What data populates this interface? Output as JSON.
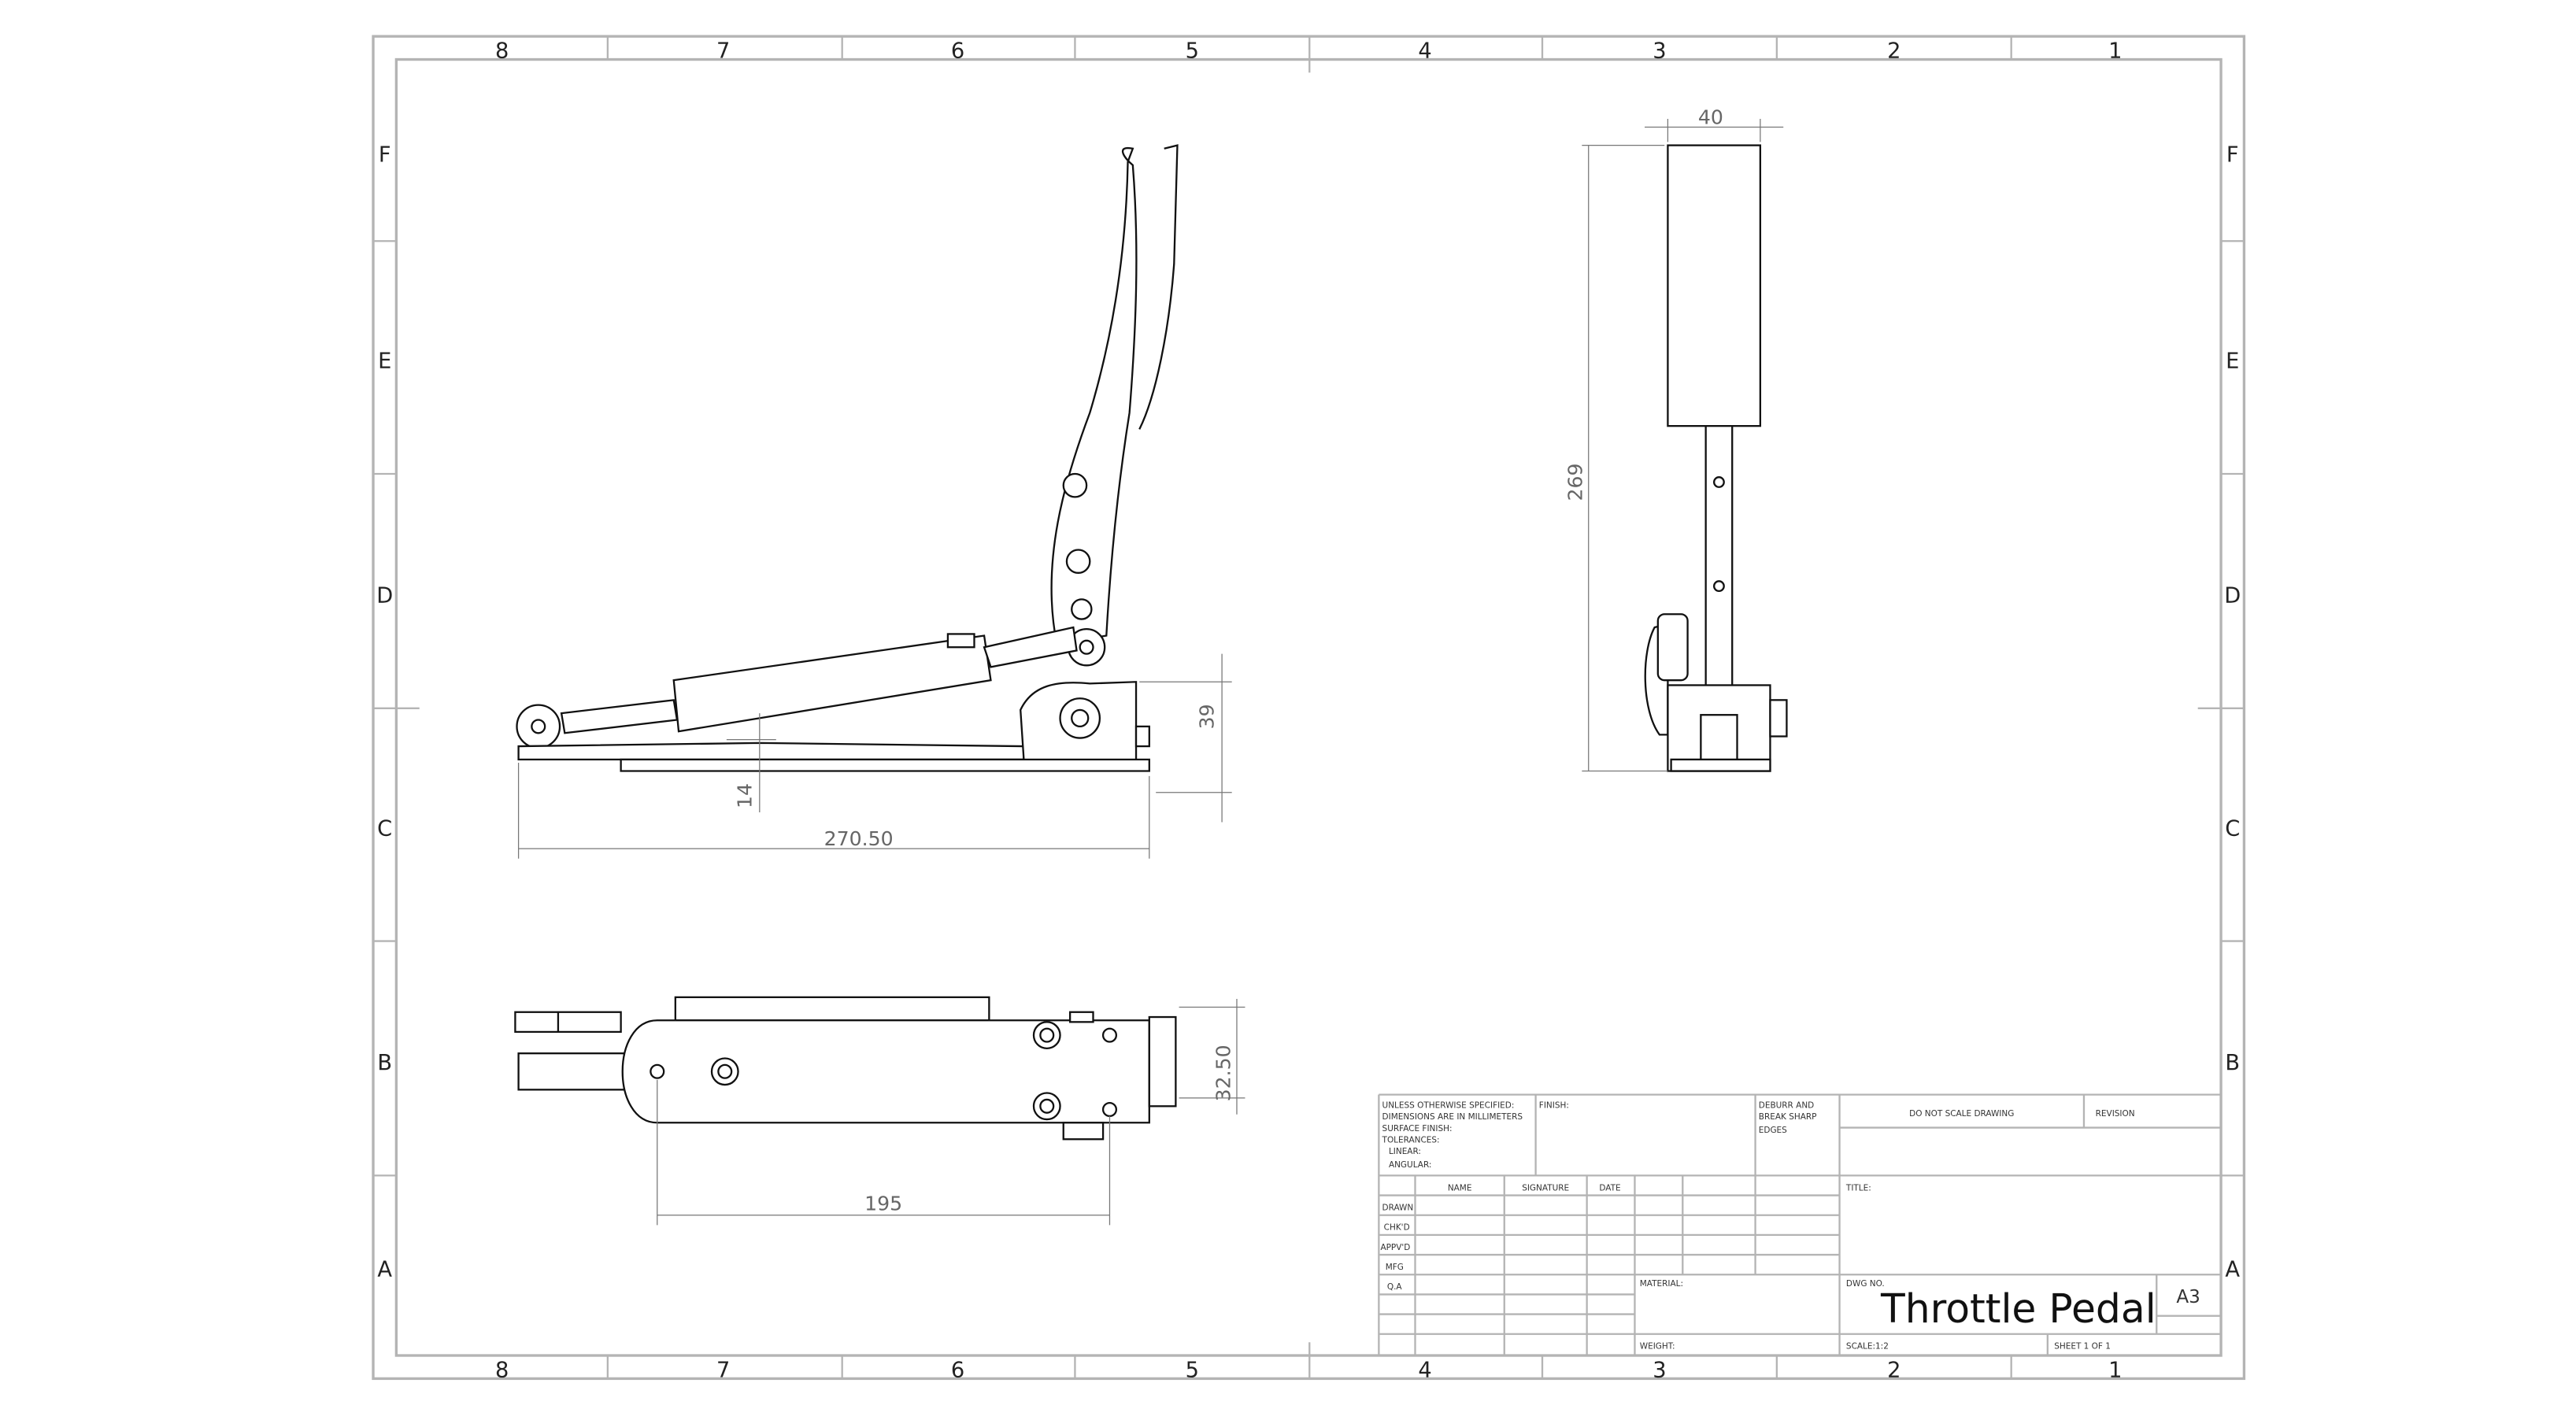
{
  "sheet": {
    "zone_columns": [
      "8",
      "7",
      "6",
      "5",
      "4",
      "3",
      "2",
      "1"
    ],
    "zone_rows": [
      "F",
      "E",
      "D",
      "C",
      "B",
      "A"
    ]
  },
  "dimensions": {
    "front_width": "40",
    "front_height": "269",
    "side_base_height": "39",
    "side_rod_height": "14",
    "side_length": "270.50",
    "top_width": "32.50",
    "top_length": "195"
  },
  "title_block": {
    "tolerance_lines": [
      "UNLESS OTHERWISE SPECIFIED:",
      "DIMENSIONS ARE IN MILLIMETERS",
      "SURFACE FINISH:",
      "TOLERANCES:",
      "LINEAR:",
      "ANGULAR:"
    ],
    "finish": "FINISH:",
    "deburr_lines": [
      "DEBURR AND",
      "BREAK SHARP",
      "EDGES"
    ],
    "do_not_scale": "DO NOT SCALE DRAWING",
    "revision": "REVISION",
    "headers": [
      "NAME",
      "SIGNATURE",
      "DATE"
    ],
    "row_labels": [
      "DRAWN",
      "CHK'D",
      "APPV'D",
      "MFG",
      "Q.A"
    ],
    "material": "MATERIAL:",
    "weight": "WEIGHT:",
    "title_label": "TITLE:",
    "dwg_no_label": "DWG NO.",
    "dwg_no": "Throttle Pedal",
    "size": "A3",
    "scale": "SCALE:1:2",
    "sheet": "SHEET 1 OF 1"
  }
}
